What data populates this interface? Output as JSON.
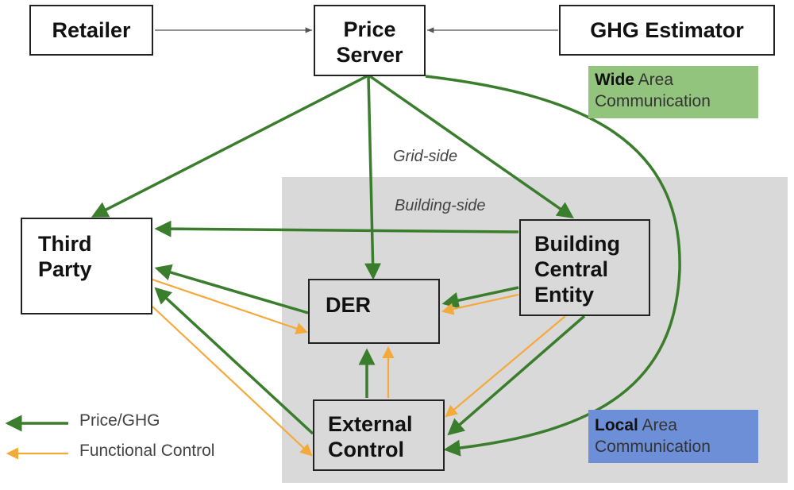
{
  "nodes": {
    "retailer": "Retailer",
    "price_server": "Price\nServer",
    "ghg_estimator": "GHG Estimator",
    "third_party": "Third\nParty",
    "der": "DER",
    "building_central_entity": "Building\nCentral\nEntity",
    "external_control": "External\nControl"
  },
  "regions": {
    "wide_area": {
      "bold": "Wide",
      "rest": " Area\nCommunication",
      "color": "#93c47d"
    },
    "local_area": {
      "bold": "Local",
      "rest": " Area\nCommunication",
      "color": "#6d8fd8"
    },
    "local_region_color": "#d9d9d9"
  },
  "side_labels": {
    "grid_side": "Grid-side",
    "building_side": "Building-side"
  },
  "legend": {
    "price_ghg": {
      "label": "Price/GHG",
      "color": "#3a7d2c"
    },
    "functional_control": {
      "label": "Functional Control",
      "color": "#f4a93b"
    }
  }
}
